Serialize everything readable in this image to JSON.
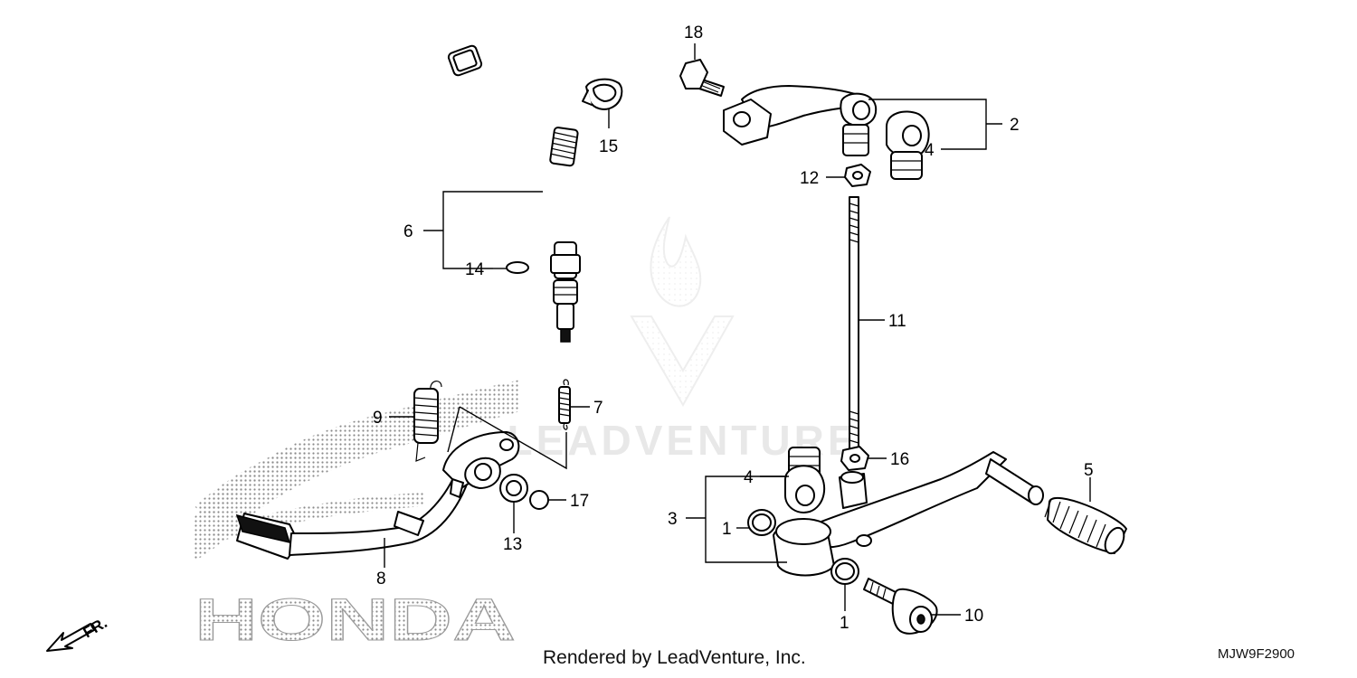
{
  "diagram": {
    "watermark": "LEADVENTURE",
    "brand_logo_text": "HONDA",
    "direction_label": "FR.",
    "callouts": {
      "c1a": "1",
      "c1b": "1",
      "c2": "2",
      "c3": "3",
      "c4a": "4",
      "c4b": "4",
      "c5": "5",
      "c6": "6",
      "c7": "7",
      "c8": "8",
      "c9": "9",
      "c10": "10",
      "c11": "11",
      "c12": "12",
      "c13": "13",
      "c14": "14",
      "c15": "15",
      "c16": "16",
      "c17": "17",
      "c18": "18"
    }
  },
  "footer": {
    "credit": "Rendered by LeadVenture, Inc.",
    "diagram_code": "MJW9F2900"
  }
}
